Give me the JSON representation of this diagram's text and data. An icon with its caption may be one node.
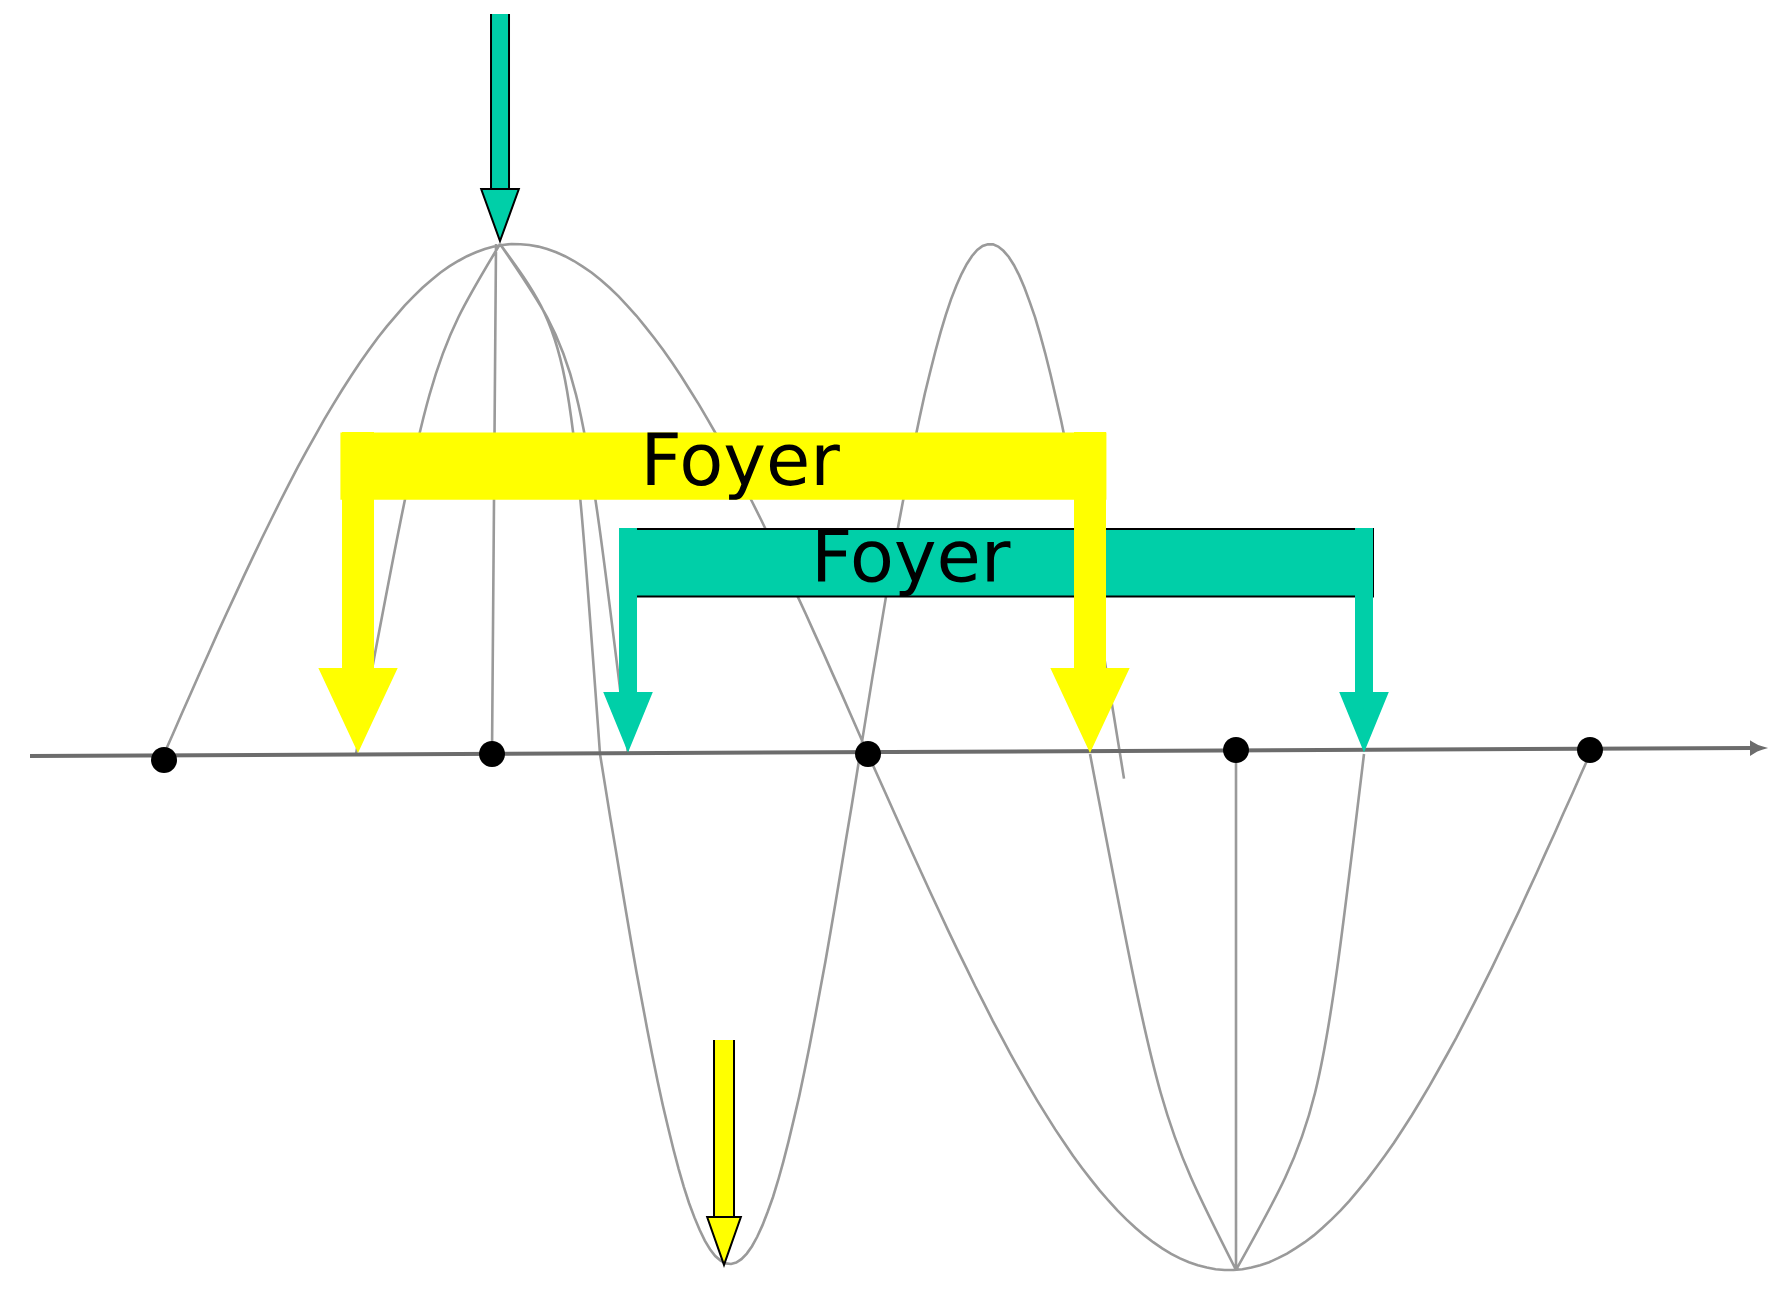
{
  "diagram": {
    "nodes": [
      {
        "text": [
          "Foyer"
        ]
      },
      {
        "text": [
          "Foyer"
        ]
      }
    ],
    "edges": [
      {
        "from": 0,
        "to": null,
        "arrow": "to",
        "color": "#ffff00"
      },
      {
        "from": 0,
        "to": null,
        "arrow": "to",
        "color": "#ffff00"
      },
      {
        "from": 1,
        "to": null,
        "arrow": "to",
        "color": "#00cfa8"
      },
      {
        "from": 1,
        "to": null,
        "arrow": "to",
        "color": "#00cfa8"
      }
    ]
  }
}
